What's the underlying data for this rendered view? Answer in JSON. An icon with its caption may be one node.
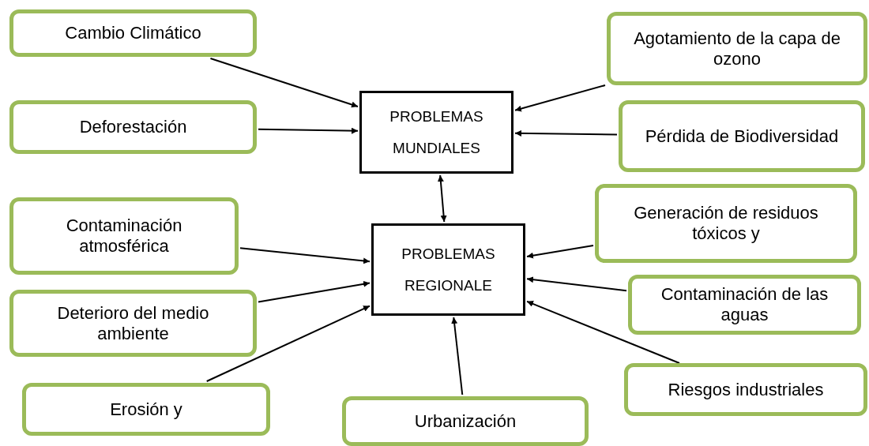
{
  "diagram": {
    "nodes": [
      {
        "text": [
          "Cambio Climático"
        ]
      },
      {
        "text": [
          "Agotamiento de la capa de ozono"
        ]
      },
      {
        "text": [
          "PROBLEMAS MUNDIALES"
        ]
      },
      {
        "text": [
          "Deforestación"
        ]
      },
      {
        "text": [
          "Pérdida de Biodiversidad"
        ]
      },
      {
        "text": [
          "Contaminación atmosférica"
        ]
      },
      {
        "text": [
          "Generación de residuos tóxicos y"
        ]
      },
      {
        "text": [
          "PROBLEMAS REGIONALE"
        ]
      },
      {
        "text": [
          "Deterioro del medio ambiente"
        ]
      },
      {
        "text": [
          "Contaminación de las aguas"
        ]
      },
      {
        "text": [
          "Riesgos industriales"
        ]
      },
      {
        "text": [
          "Erosión y"
        ]
      },
      {
        "text": [
          "Urbanización"
        ]
      }
    ],
    "edges": [
      {
        "from": 0,
        "to": 2,
        "arrow": "to"
      },
      {
        "from": 3,
        "to": 2,
        "arrow": "to"
      },
      {
        "from": 1,
        "to": 2,
        "arrow": "to"
      },
      {
        "from": 4,
        "to": 2,
        "arrow": "to"
      },
      {
        "from": 2,
        "to": 7,
        "arrow": "both"
      },
      {
        "from": 5,
        "to": 7,
        "arrow": "to"
      },
      {
        "from": 8,
        "to": 7,
        "arrow": "to"
      },
      {
        "from": 11,
        "to": 7,
        "arrow": "to"
      },
      {
        "from": 12,
        "to": 7,
        "arrow": "to"
      },
      {
        "from": 6,
        "to": 7,
        "arrow": "to"
      },
      {
        "from": 9,
        "to": 7,
        "arrow": "to"
      },
      {
        "from": 10,
        "to": 7,
        "arrow": "to"
      }
    ]
  }
}
